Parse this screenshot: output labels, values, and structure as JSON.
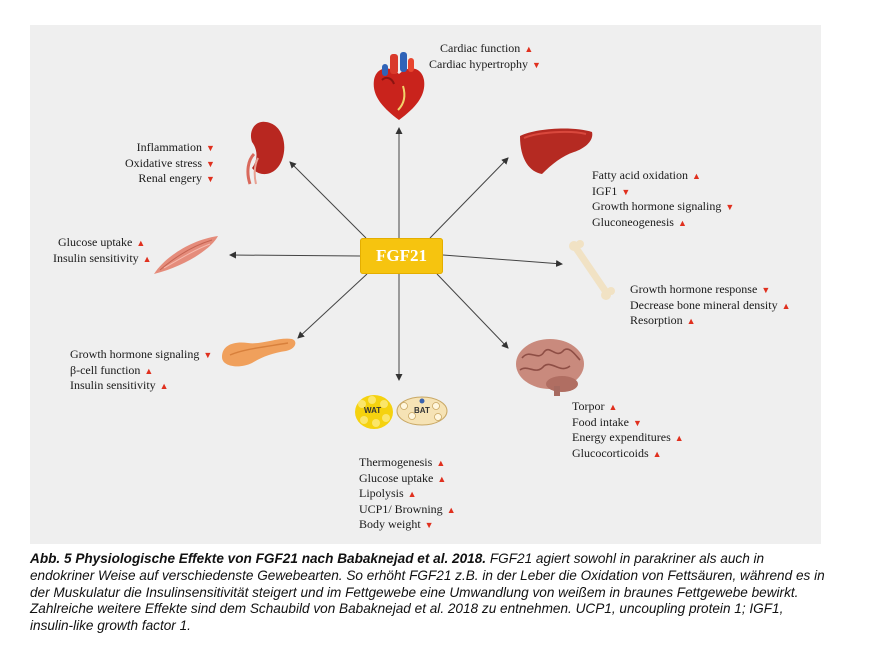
{
  "hub_label": "FGF21",
  "colors": {
    "hub": "#f6c40f",
    "arrow_up": "#e0301e",
    "panel": "#efefef"
  },
  "groups": {
    "heart": {
      "items": [
        {
          "text": "Cardiac function",
          "dir": "up"
        },
        {
          "text": "Cardiac hypertrophy",
          "dir": "down"
        }
      ]
    },
    "liver": {
      "items": [
        {
          "text": "Fatty acid oxidation",
          "dir": "up"
        },
        {
          "text": "IGF1",
          "dir": "down"
        },
        {
          "text": "Growth hormone signaling",
          "dir": "down"
        },
        {
          "text": "Gluconeogenesis",
          "dir": "up"
        }
      ]
    },
    "bone": {
      "items": [
        {
          "text": "Growth hormone response",
          "dir": "down"
        },
        {
          "text": "Decrease bone mineral density",
          "dir": "up"
        },
        {
          "text": "Resorption",
          "dir": "up"
        }
      ]
    },
    "brain": {
      "items": [
        {
          "text": "Torpor",
          "dir": "up"
        },
        {
          "text": "Food intake",
          "dir": "down"
        },
        {
          "text": "Energy expenditures",
          "dir": "up"
        },
        {
          "text": "Glucocorticoids",
          "dir": "up"
        }
      ]
    },
    "fat": {
      "wat_label": "WAT",
      "bat_label": "BAT",
      "items": [
        {
          "text": "Thermogenesis",
          "dir": "up"
        },
        {
          "text": "Glucose uptake",
          "dir": "up"
        },
        {
          "text": "Lipolysis",
          "dir": "up"
        },
        {
          "text": "UCP1/ Browning",
          "dir": "up"
        },
        {
          "text": "Body weight",
          "dir": "down"
        }
      ]
    },
    "pancreas": {
      "items": [
        {
          "text": "Growth hormone signaling",
          "dir": "down"
        },
        {
          "text": "β-cell function",
          "dir": "up"
        },
        {
          "text": "Insulin sensitivity",
          "dir": "up"
        }
      ]
    },
    "muscle": {
      "items": [
        {
          "text": "Glucose uptake",
          "dir": "up"
        },
        {
          "text": "Insulin sensitivity",
          "dir": "up"
        }
      ]
    },
    "kidney": {
      "items": [
        {
          "text": "Inflammation",
          "dir": "down"
        },
        {
          "text": "Oxidative stress",
          "dir": "down"
        },
        {
          "text": "Renal engery",
          "dir": "down"
        }
      ]
    }
  },
  "caption": {
    "bold": "Abb. 5 Physiologische Effekte von FGF21 nach Babaknejad et al. 2018.",
    "text": " FGF21 agiert sowohl in parakriner als auch in endokriner Weise auf verschiedenste Gewebearten. So erhöht FGF21 z.B. in der Leber die Oxidation von Fettsäuren, während es in der Muskulatur die Insulinsensitivität steigert und im Fettgewebe eine Umwandlung von weißem in braunes Fettgewebe bewirkt. Zahlreiche weitere Effekte sind dem Schaubild von Babaknejad et al. 2018 zu entnehmen. UCP1, uncoupling protein 1; IGF1, insulin-like growth factor 1."
  }
}
